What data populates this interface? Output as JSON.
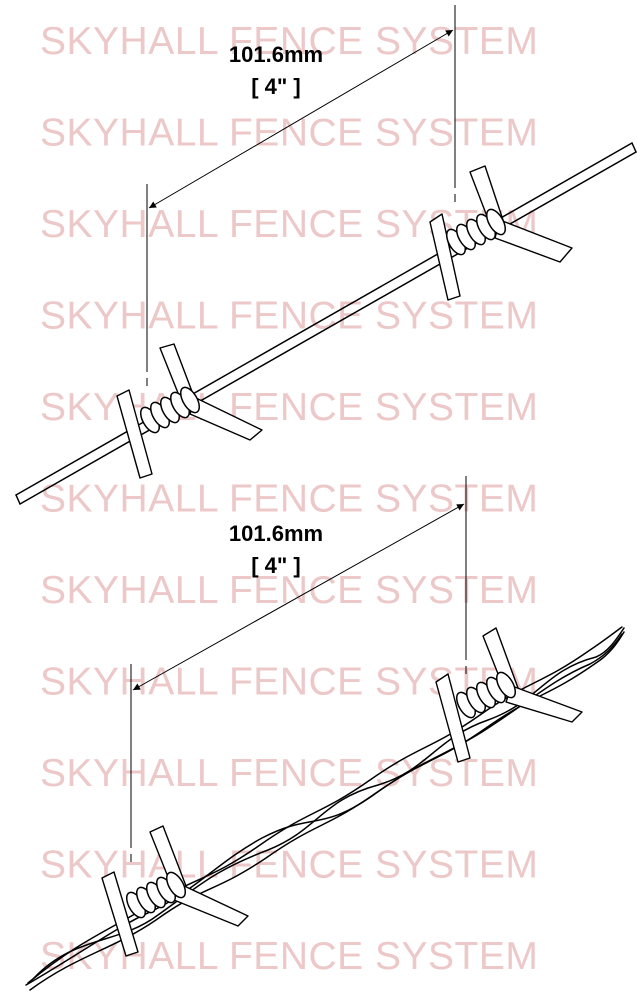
{
  "watermark": {
    "text": "SKYHALL FENCE SYSTEM",
    "color": "#ecc8c8"
  },
  "figures": [
    {
      "id": "single-strand",
      "dimension_metric": "101.6mm",
      "dimension_imperial": "[ 4\" ]"
    },
    {
      "id": "double-twisted",
      "dimension_metric": "101.6mm",
      "dimension_imperial": "[ 4\" ]"
    }
  ]
}
